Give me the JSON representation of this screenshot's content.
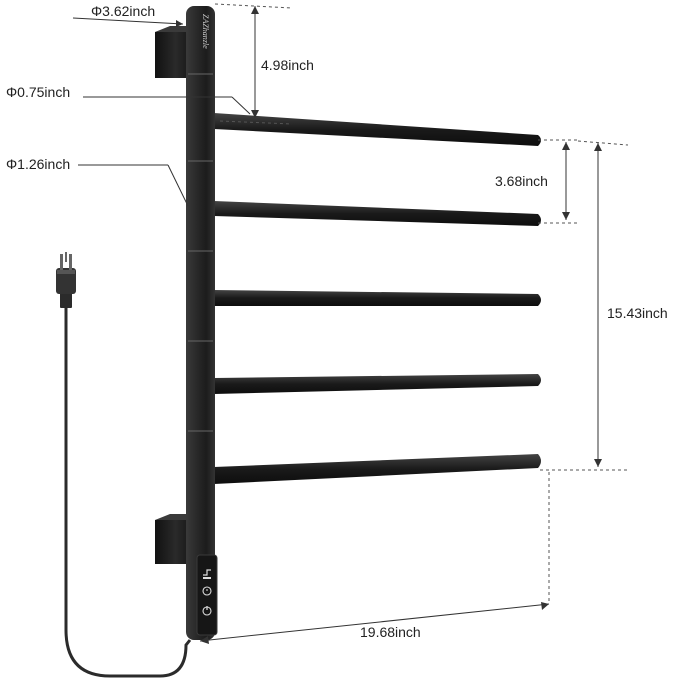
{
  "product": {
    "brand": "ZAZhanzle",
    "icons": [
      "power-icon",
      "timer-icon",
      "heat-icon"
    ]
  },
  "dimensions": {
    "top_pole_diameter": "Φ3.62inch",
    "top_to_first_bar": "4.98inch",
    "bar_diameter": "Φ0.75inch",
    "pole_diameter": "Φ1.26inch",
    "bar_spacing": "3.68inch",
    "total_bar_span": "15.43inch",
    "bar_length": "19.68inch"
  },
  "colors": {
    "product_body": "#222222",
    "dimension_line": "#333333",
    "background": "#ffffff"
  }
}
